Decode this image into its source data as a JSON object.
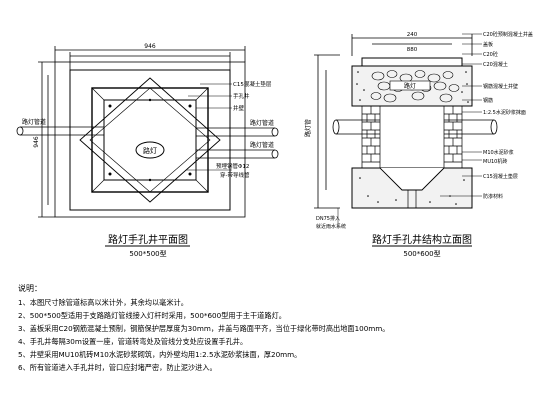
{
  "plan": {
    "title": "路灯手孔井平面图",
    "subtitle": "500*500型",
    "dim_top": "946",
    "dim_left": "946",
    "lamp_label": "路灯",
    "callouts": [
      "C15混凝土垫层",
      "手孔井",
      "井壁",
      "预埋钢管Φ12",
      "穿-带导线管"
    ],
    "pipe_labels": [
      "路灯管道",
      "路灯管道",
      "路灯管道"
    ]
  },
  "section": {
    "title": "路灯手孔井结构立面图",
    "subtitle": "500*600型",
    "dim_top": "240",
    "dim_top2": "880",
    "dim_left": "路灯管",
    "callouts": [
      "C20砼预制混凝土井盖",
      "盖板",
      "C20砼",
      "C20混凝土",
      "钢筋混凝土井壁",
      "钢筋",
      "1:2.5水泥砂浆抹面",
      "M10水泥砂浆",
      "MU10机砖",
      "C15混凝土垫层",
      "防渗材料"
    ],
    "bottom_note": "DN75排入",
    "bottom_note2": "就近雨水系统"
  },
  "notes": {
    "heading": "说明：",
    "lines": [
      "1、本图尺寸除管道标高以米计外，其余均以毫米计。",
      "2、500*500型适用于支路路灯管线接入灯杆时采用，500*600型用于主干道路灯。",
      "3、盖板采用C20钢筋混凝土预制，钢筋保护层厚度为30mm，井盖与路面平齐，当位于绿化带时高出地面100mm。",
      "4、手孔井每隔30m设置一座，管道转弯处及管线分支处应设置手孔井。",
      "5、井壁采用MU10机砖M10水泥砂浆砌筑，内外壁均用1:2.5水泥砂浆抹面，厚20mm。",
      "6、所有管道进入手孔井时，管口应封堵严密，防止泥沙进入。"
    ]
  }
}
